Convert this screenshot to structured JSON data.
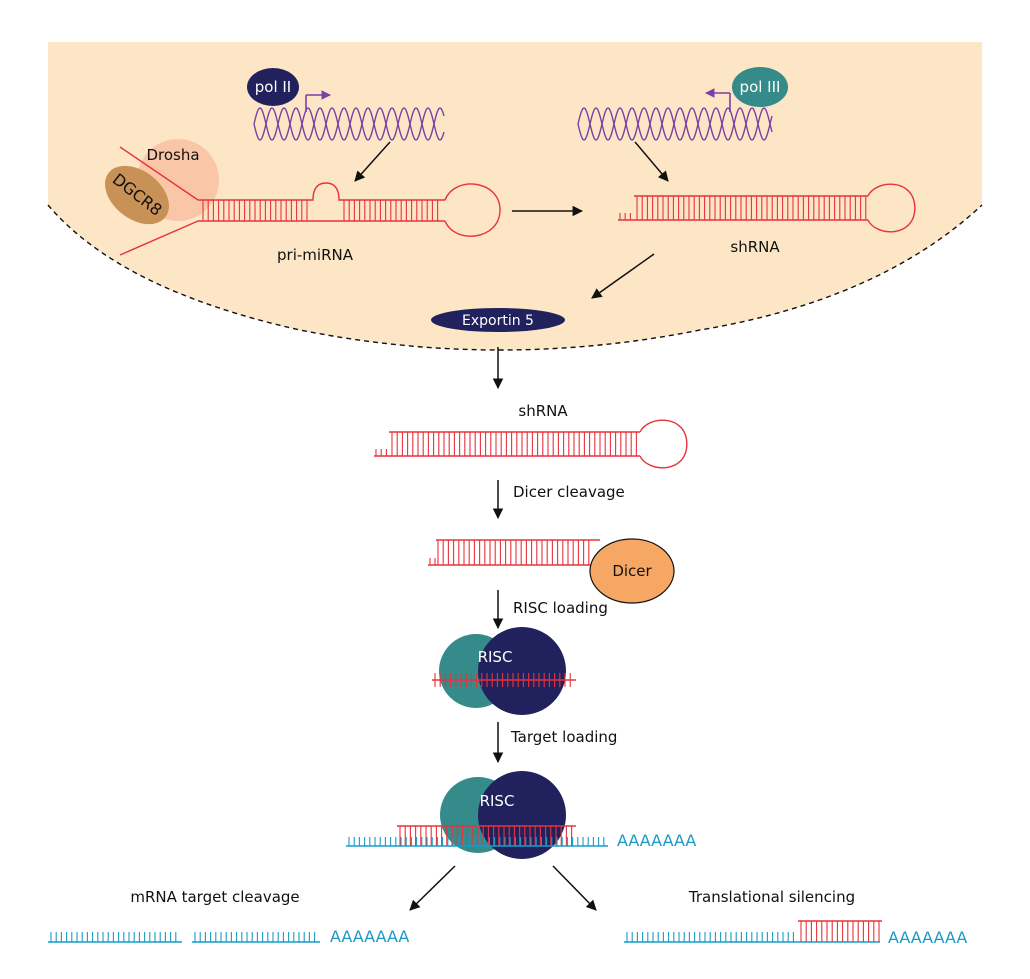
{
  "colors": {
    "nucleus_fill": "#fce6c5",
    "rna_red": "#e8323c",
    "mrna_blue": "#1a9ac7",
    "dna_purple": "#7b3fa6",
    "navy": "#21215e",
    "teal": "#358a8a",
    "dicer_orange": "#f7a764",
    "drosha_peach": "#f9c7a8",
    "dgcr8_brown": "#c89257"
  },
  "labels": {
    "pol2": "pol II",
    "pol3": "pol III",
    "drosha": "Drosha",
    "dgcr8": "DGCR8",
    "pri_mirna": "pri-miRNA",
    "shrna_nucleus": "shRNA",
    "exportin": "Exportin 5",
    "shrna_cyto": "shRNA",
    "dicer_cleavage": "Dicer cleavage",
    "dicer": "Dicer",
    "risc_loading": "RISC loading",
    "risc1": "RISC",
    "target_loading": "Target loading",
    "risc2": "RISC",
    "polya_main": "AAAAAAA",
    "mrna_cleavage": "mRNA target cleavage",
    "polya_left": "AAAAAAA",
    "translational_silencing": "Translational silencing",
    "polya_right": "AAAAAAA"
  },
  "icons": {
    "dna_helix": "dna-helix-icon",
    "hairpin": "hairpin-rna-icon",
    "arrow": "arrow-icon"
  }
}
